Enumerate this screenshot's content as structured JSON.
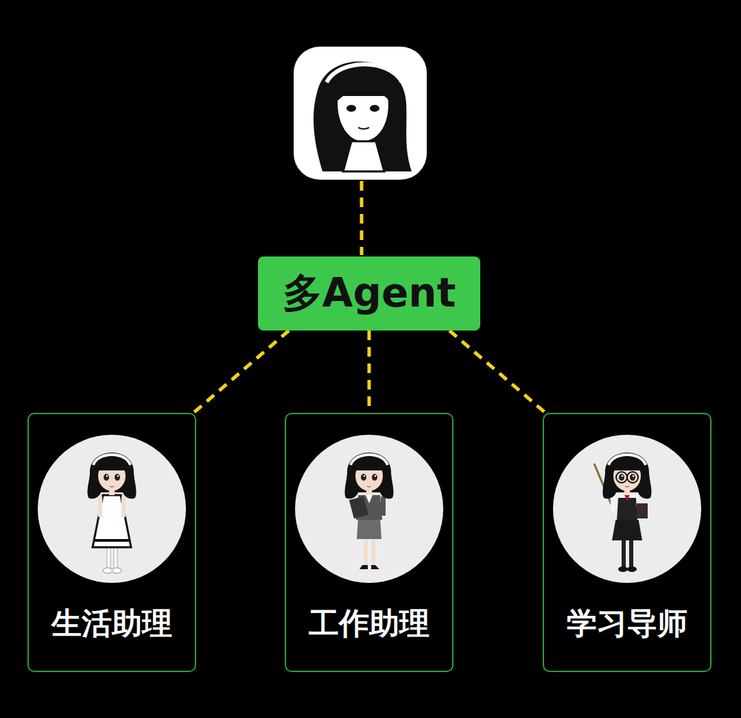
{
  "diagram": {
    "nodes": [
      {
        "text": [
          "多Agent"
        ]
      },
      {
        "text": [
          "生活助理"
        ]
      },
      {
        "text": [
          "工作助理"
        ]
      },
      {
        "text": [
          "学习导师"
        ]
      }
    ],
    "edges": [
      {
        "from": 0,
        "to": 1,
        "arrow": "none"
      },
      {
        "from": 0,
        "to": 2,
        "arrow": "none"
      },
      {
        "from": 0,
        "to": 3,
        "arrow": "none"
      }
    ]
  }
}
